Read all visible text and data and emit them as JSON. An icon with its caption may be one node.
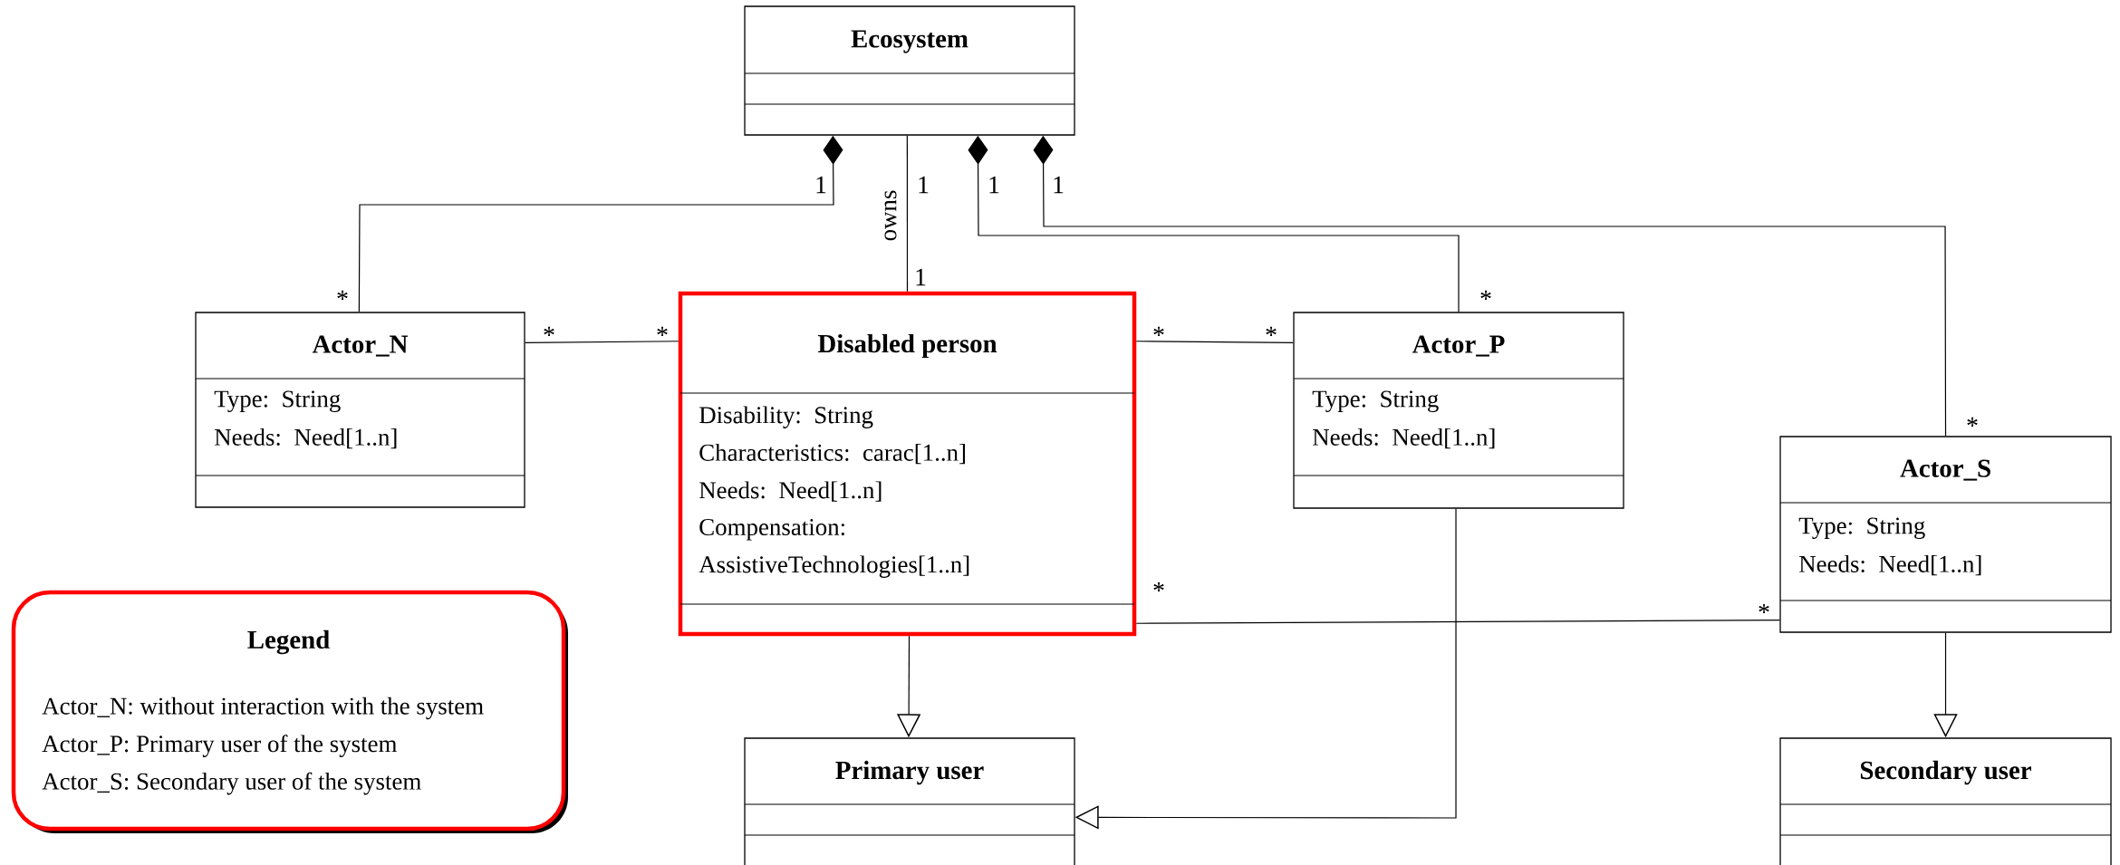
{
  "diagram": {
    "nodes": [
      {
        "text": [
          "Ecosystem"
        ]
      },
      {
        "text": [
          "Actor_N",
          "Type: String",
          "Needs: Need[1..n]"
        ]
      },
      {
        "text": [
          "Disabled person",
          "Disability: String",
          "Characteristics: carac[1..n]",
          "Needs: Need[1..n]",
          "Compensation: AssistiveTechnologies[1..n]"
        ]
      },
      {
        "text": [
          "Actor_P",
          "Type: String",
          "Needs: Need[1..n]"
        ]
      },
      {
        "text": [
          "Actor_S",
          "Type: String",
          "Needs: Need[1..n]"
        ]
      },
      {
        "text": [
          "Legend",
          "Actor_N: without interaction with the system",
          "Actor_P: Primary user of the system",
          "Actor_S: Secondary user of the system"
        ]
      },
      {
        "text": [
          "Primary user"
        ]
      },
      {
        "text": [
          "Secondary user"
        ]
      }
    ],
    "edges": [
      {
        "from": 0,
        "to": 1,
        "arrow": "other"
      },
      {
        "from": 0,
        "to": 2,
        "arrow": "none",
        "label": "owns"
      },
      {
        "from": 0,
        "to": 3,
        "arrow": "other"
      },
      {
        "from": 0,
        "to": 4,
        "arrow": "other"
      },
      {
        "from": 1,
        "to": 2,
        "arrow": "none"
      },
      {
        "from": 2,
        "to": 3,
        "arrow": "none"
      },
      {
        "from": 2,
        "to": 4,
        "arrow": "none"
      },
      {
        "from": 2,
        "to": 6,
        "arrow": "to"
      },
      {
        "from": 3,
        "to": 6,
        "arrow": "to"
      },
      {
        "from": 4,
        "to": 7,
        "arrow": "to"
      }
    ],
    "labels": [
      "1",
      "1",
      "1",
      "1",
      "1",
      "*",
      "*",
      "*",
      "*",
      "*",
      "*",
      "*",
      "*",
      "*"
    ]
  }
}
